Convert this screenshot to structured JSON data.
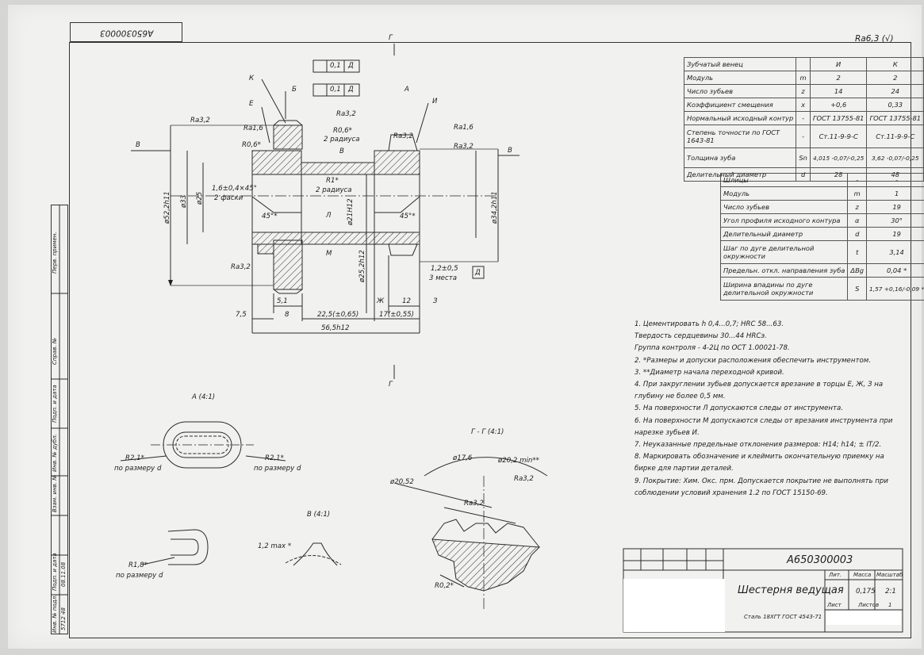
{
  "doc_number": "А650300003",
  "roughness_general": "Ra6,3 (√)",
  "gear_table": {
    "header": [
      "Зубчатый венец",
      "",
      "И",
      "К"
    ],
    "rows": [
      [
        "Модуль",
        "m",
        "2",
        "2"
      ],
      [
        "Число зубьев",
        "z",
        "14",
        "24"
      ],
      [
        "Коэффициент смещения",
        "x",
        "+0,6",
        "0,33"
      ],
      [
        "Нормальный исходный контур",
        "-",
        "ГОСТ 13755-81",
        "ГОСТ 13755-81"
      ],
      [
        "Степень точности по ГОСТ 1643-81",
        "-",
        "Ст.11-9-9-С",
        "Ст.11-9-9-С"
      ],
      [
        "Толщина зуба",
        "Sn",
        "4,015 -0,07/-0,25",
        "3,62 -0,07/-0,25"
      ],
      [
        "Делительный диаметр",
        "d",
        "28",
        "48"
      ]
    ]
  },
  "spline_table": {
    "rows": [
      [
        "Шлицы",
        "-",
        "-"
      ],
      [
        "Модуль",
        "m",
        "1"
      ],
      [
        "Число зубьев",
        "z",
        "19"
      ],
      [
        "Угол профиля исходного контура",
        "α",
        "30°"
      ],
      [
        "Делительный диаметр",
        "d",
        "19"
      ],
      [
        "Шаг по дуге делительной окружности",
        "t",
        "3,14"
      ],
      [
        "Предельн. откл. направления зуба",
        "ΔBg",
        "0,04 *"
      ],
      [
        "Ширина впадины по дуге делительной окружности",
        "S",
        "1,57 +0,16/-0,09 *"
      ]
    ]
  },
  "notes": [
    "1. Цементировать h 0,4...0,7; HRC 58...63.",
    "Твердость сердцевины 30...44 HRCэ.",
    "Группа контроля - 4-2Ц по ОСТ 1.00021-78.",
    "2. *Размеры и допуски расположения обеспечить инструментом.",
    "3. **Диаметр начала переходной кривой.",
    "4. При закруглении зубьев допускается врезание в торцы Е, Ж, З на глубину не более 0,5 мм.",
    "5. На поверхности Л допускаются следы от инструмента.",
    "6. На поверхности М допускаются следы от врезания инструмента при нарезке зубьев И.",
    "7. Неуказанные предельные отклонения размеров: H14; h14; ± IT/2.",
    "8. Маркировать обозначение и клеймить окончательную приемку на бирке для партии деталей.",
    "9. Покрытие: Хим. Окс. прм. Допускается покрытие не выполнять при соблюдении условий хранения 1.2 по ГОСТ 15150-69."
  ],
  "title_block": {
    "doc_number": "А650300003",
    "part_name": "Шестерня ведущая",
    "material": "Сталь 18ХГТ ГОСТ 4543-71",
    "lit_label": "Лит.",
    "mass_label": "Масса",
    "scale_label": "Масштаб",
    "mass_value": "0,175",
    "scale_value": "2:1",
    "sheet_label": "Лист",
    "sheets_label": "Листов",
    "sheets_value": "1"
  },
  "side_strip": [
    "Перв. примен.",
    "Справ. №",
    "Подп. и дата",
    "Инв. № дубл.",
    "Взам. инв. №",
    "Подп. и дата",
    "Инв. № подл."
  ],
  "side_strip_values": [
    "5712 48",
    "08.11.08"
  ],
  "main_view": {
    "dims": {
      "tol_1": "0,1",
      "tol_2": "0,1",
      "datum_d": "Д",
      "ra32_a": "Ra3,2",
      "ra16_a": "Ra1,6",
      "ra32_b": "Ra3,2",
      "ra32_c": "Ra3,2",
      "ra16_b": "Ra1,6",
      "ra32_d": "Ra3,2",
      "ra32_e": "Ra3,2",
      "r06_star": "R0,6*",
      "two_radii": "2 радиуса",
      "r06_b": "R0,6*",
      "r1_star": "R1*",
      "two_radii_b": "2 радиуса",
      "chamfer": "1,6±0,4×45°",
      "two_chamfers": "2 фаски",
      "angle_45a": "45°*",
      "angle_45b": "45°*",
      "d_52": "ø52,2h11",
      "d_33": "ø33",
      "d_25": "ø25",
      "d_21": "ø21H12",
      "d_34": "ø34,2h11",
      "d_252": "ø25,2h12",
      "len_12a": "1,2±0,5",
      "three_places": "3 места",
      "len_75": "7,5",
      "len_51": "5,1",
      "len_8": "8",
      "len_225": "22,5(±0,65)",
      "len_17": "17(±0,55)",
      "len_12": "12",
      "len_565": "56,5h12",
      "lbl_K": "К",
      "lbl_E": "Е",
      "lbl_B": "Б",
      "lbl_A": "А",
      "lbl_I": "И",
      "lbl_L": "Л",
      "lbl_M": "М",
      "lbl_Zh": "Ж",
      "lbl_3": "З",
      "lbl_V1": "В",
      "lbl_V2": "В",
      "lbl_V3": "В",
      "lbl_G1": "Г",
      "lbl_G2": "Г"
    }
  },
  "view_a": {
    "title": "А (4:1)",
    "r_left": "R2,1*",
    "r_right": "R2,1*",
    "by_d_left": "по размеру d",
    "by_d_right": "по размеру d"
  },
  "view_v": {
    "title": "В (4:1)",
    "r_18": "R1,8*",
    "by_d": "по размеру d",
    "max": "1,2 max *"
  },
  "view_g": {
    "title": "Г - Г (4:1)",
    "d176": "ø17,6",
    "d202": "ø20,2 min**",
    "d2052": "ø20,52",
    "ra32a": "Ra3,2",
    "ra32b": "Ra3,2",
    "r02": "R0,2*"
  }
}
